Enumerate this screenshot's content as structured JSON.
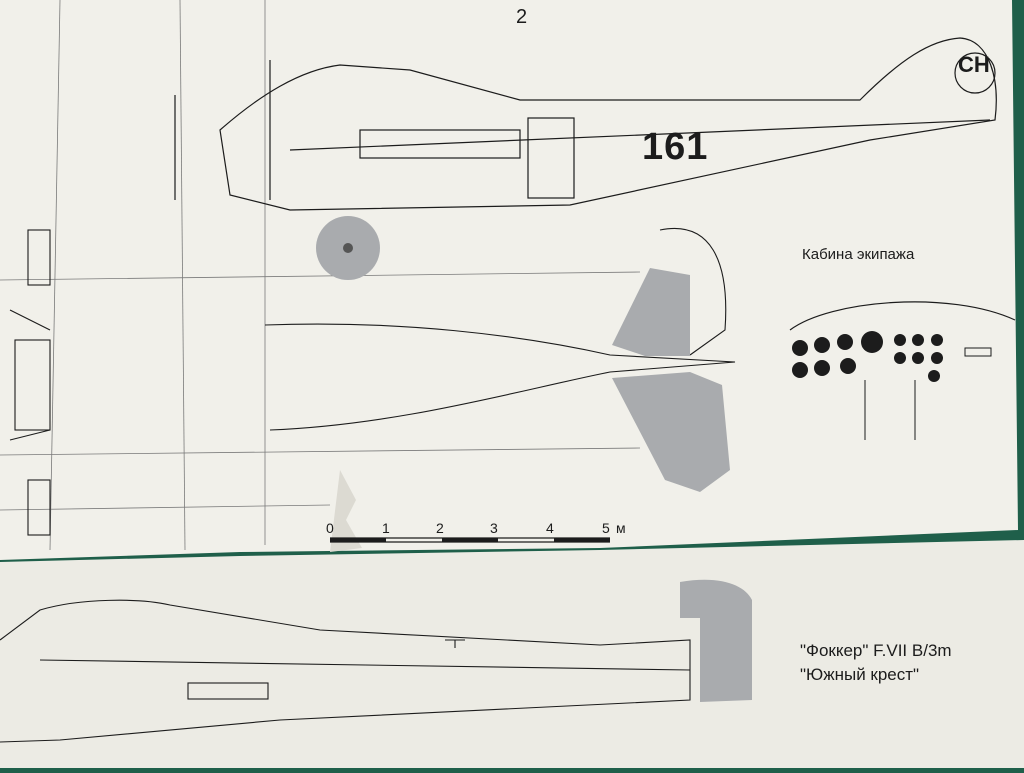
{
  "image": {
    "description_text": {
      "fuselage_number": "161",
      "view_number": "2",
      "crew_cabin_label": "Кабина экипажа",
      "aircraft_name": "\"Фоккер\" F.VII B/3m",
      "aircraft_subname": "\"Южный крест\"",
      "tail_marking": "CH",
      "scale_ticks": [
        "0",
        "1",
        "2",
        "3",
        "4",
        "5"
      ],
      "scale_unit": "м"
    }
  },
  "colors": {
    "mat": "#1f5f4a",
    "paper": "#f1f0ea",
    "ink": "#1c1c1c",
    "resin_part": "#a9abae"
  }
}
